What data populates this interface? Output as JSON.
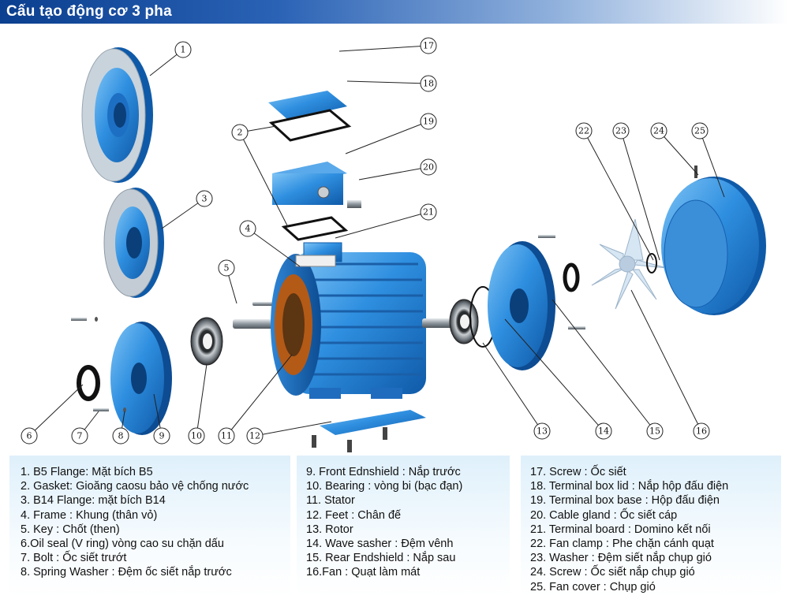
{
  "title": "Cấu tạo động cơ 3 pha",
  "callouts": [
    {
      "n": "1"
    },
    {
      "n": "2"
    },
    {
      "n": "3"
    },
    {
      "n": "4"
    },
    {
      "n": "5"
    },
    {
      "n": "6"
    },
    {
      "n": "7"
    },
    {
      "n": "8"
    },
    {
      "n": "9"
    },
    {
      "n": "10"
    },
    {
      "n": "11"
    },
    {
      "n": "12"
    },
    {
      "n": "13"
    },
    {
      "n": "14"
    },
    {
      "n": "15"
    },
    {
      "n": "16"
    },
    {
      "n": "17"
    },
    {
      "n": "18"
    },
    {
      "n": "19"
    },
    {
      "n": "20"
    },
    {
      "n": "21"
    },
    {
      "n": "22"
    },
    {
      "n": "23"
    },
    {
      "n": "24"
    },
    {
      "n": "25"
    }
  ],
  "legend": {
    "col1": [
      "1. B5 Flange: Mặt bích B5",
      "2. Gasket: Gioăng caosu bảo vệ chống nước",
      "3. B14 Flange: mặt bích B14",
      "4. Frame : Khung (thân vỏ)",
      "5. Key : Chốt (then)",
      "6.Oil seal (V ring) vòng cao su chặn dấu",
      "7. Bolt : Ốc siết trướt",
      "8. Spring Washer : Đệm ốc siết nắp trước"
    ],
    "col2": [
      "9. Front Ednshield : Nắp trước",
      "10. Bearing : vòng bi (bạc đạn)",
      "11. Stator",
      "12. Feet : Chân đế",
      "13. Rotor",
      "14. Wave sasher : Đệm vênh",
      "15. Rear Endshield : Nắp sau",
      "16.Fan : Quạt làm mát"
    ],
    "col3": [
      "17. Screw : Ốc siết",
      "18. Terminal box lid : Nắp hộp đấu điện",
      "19. Terminal box base : Hộp đấu điện",
      "20. Cable gland : Ốc siết cáp",
      "21. Terminal board : Domino kết nối",
      "22. Fan clamp : Phe chặn cánh quạt",
      "23. Washer : Đệm siết nắp chụp gió",
      "24. Screw : Ốc siết nắp chụp gió",
      "25. Fan cover : Chụp gió"
    ]
  }
}
